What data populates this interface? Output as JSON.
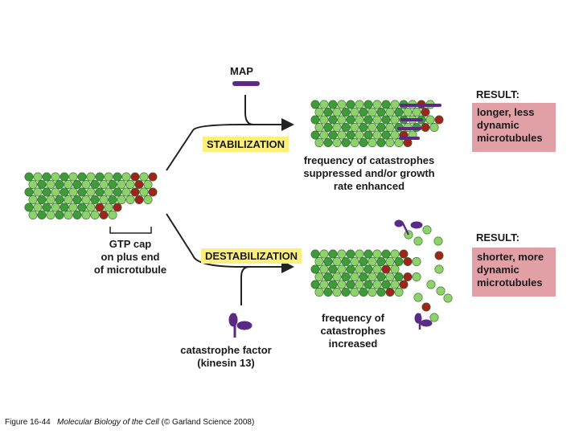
{
  "labels": {
    "map": "MAP",
    "stabilization": "STABILIZATION",
    "destabilization": "DESTABILIZATION",
    "gtp_cap": [
      "GTP cap",
      "on plus end",
      "of microtubule"
    ],
    "stab_effect": [
      "frequency of catastrophes",
      "suppressed and/or growth",
      "rate enhanced"
    ],
    "destab_effect": [
      "frequency of",
      "catastrophes",
      "increased"
    ],
    "catastrophe_factor": [
      "catastrophe factor",
      "(kinesin 13)"
    ]
  },
  "results": {
    "top": {
      "heading": "RESULT:",
      "lines": [
        "longer, less",
        "dynamic",
        "microtubules"
      ]
    },
    "bottom": {
      "heading": "RESULT:",
      "lines": [
        "shorter, more",
        "dynamic",
        "microtubules"
      ]
    }
  },
  "caption": {
    "figure": "Figure 16-44",
    "title": "Molecular Biology of the Cell",
    "credit": "(© Garland Science 2008)"
  },
  "colors": {
    "tubulin_light": "#8fd16a",
    "tubulin_dark": "#3f9a3a",
    "gtp_cap": "#a0231c",
    "protein_purple": "#5a2a86",
    "label_highlight": "#fdf07a",
    "result_box": "#e0a0a5"
  }
}
